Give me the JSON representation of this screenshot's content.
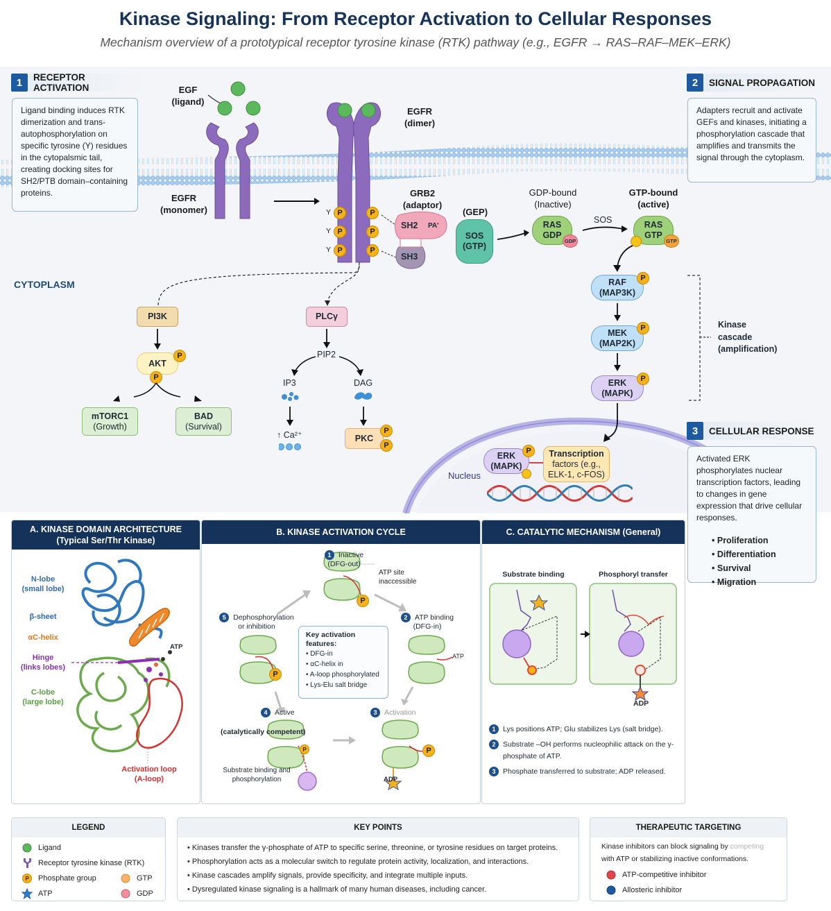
{
  "header": {
    "title": "Kinase Signaling: From Receptor Activation to Cellular Responses",
    "subtitle": "Mechanism overview of a prototypical receptor tyrosine kinase (RTK) pathway (e.g., EGFR → RAS–RAF–MEK–ERK)"
  },
  "sections": {
    "s1": {
      "num": "1",
      "label": "RECEPTOR ACTIVATION",
      "text": "Ligand binding induces RTK dimerization and trans-autophosphorylation on specific tyrosine (Y) residues in the cytopalsmic tail, creating docking sites for SH2/PTB domain–containing proteins."
    },
    "s2": {
      "num": "2",
      "label": "SIGNAL PROPAGATION",
      "text": "Adapters recruit and activate GEFs and kinases, initiating a phosphorylation cascade that amplifies and transmits the signal through the cytoplasm."
    },
    "s3": {
      "num": "3",
      "label": "CELLULAR RESPONSE",
      "text": "Activated ERK phosphorylates nuclear transcription factors, leading to changes in gene expression that drive cellular responses.",
      "outcomes": [
        "Proliferation",
        "Differentiation",
        "Survival",
        "Migration"
      ]
    }
  },
  "pathway": {
    "egf": {
      "name": "EGF",
      "sub": "(ligand)"
    },
    "egfr_mono": {
      "name": "EGFR",
      "sub": "(monomer)"
    },
    "egfr_dimer": {
      "name": "EGFR",
      "sub": "(dimer)"
    },
    "grb2": {
      "name": "GRB2",
      "sub": "(adaptor)",
      "sh2": "SH2",
      "sh3": "SH3",
      "pa": "PA'"
    },
    "sos": {
      "tag": "(GEP)",
      "name": "SOS",
      "sub": "(GTP)"
    },
    "ras_gdp": {
      "title": "GDP-bound",
      "state": "(Inactive)",
      "name": "RAS",
      "nuc": "GDP",
      "badge": "GDP"
    },
    "ras_gtp": {
      "title": "GTP-bound",
      "state": "(active)",
      "name": "RAS",
      "nuc": "GTP",
      "badge": "GTP"
    },
    "sos_arrow": "SOS",
    "tyr": "Y",
    "phospho": "P",
    "cytoplasm": "CYTOPLASM",
    "pi3k": "PI3K",
    "akt": "AKT",
    "mtorc1": {
      "name": "mTORC1",
      "sub": "(Growth)"
    },
    "bad": {
      "name": "BAD",
      "sub": "(Survival)"
    },
    "plcg": "PLCγ",
    "pip2": "PIP2",
    "ip3": "IP3",
    "dag": "DAG",
    "ca": "↑ Ca²⁺",
    "pkc": "PKC",
    "raf": {
      "name": "RAF",
      "sub": "(MAP3K)"
    },
    "mek": {
      "name": "MEK",
      "sub": "(MAP2K)"
    },
    "erk": {
      "name": "ERK",
      "sub": "(MAPK)"
    },
    "cascade": [
      "Kinase",
      "cascade",
      "(amplification)"
    ],
    "nucleus": "Nucleus",
    "erk_nuc": {
      "name": "ERK",
      "sub": "(MAPK)"
    },
    "tf": [
      "Transcription",
      "factors (e.g.,",
      "ELK-1, c-FOS)"
    ]
  },
  "panelA": {
    "title": "A. KINASE DOMAIN ARCHITECTURE",
    "subtitle": "(Typical Ser/Thr Kinase)",
    "labels": {
      "nlobe": "N-lobe",
      "nlobe_sub": "(small lobe)",
      "bsheet": "β-sheet",
      "achelix": "αC-helix",
      "hinge": "Hinge",
      "hinge_sub": "(links lobes)",
      "clobe": "C-lobe",
      "clobe_sub": "(large lobe)",
      "atp": "ATP",
      "aloop": "Activation loop",
      "aloop_sub": "(A-loop)"
    }
  },
  "panelB": {
    "title": "B. KINASE ACTIVATION CYCLE",
    "steps": [
      {
        "num": "1",
        "label": "Inactive",
        "sub": "(DFG-out)",
        "note": "ATP site inaccessible"
      },
      {
        "num": "2",
        "label": "ATP binding",
        "sub": "(DFG-in)",
        "note": "ATP"
      },
      {
        "num": "3",
        "label": "Activation",
        "sub": "",
        "note": "ADP"
      },
      {
        "num": "4",
        "label": "Active",
        "sub": "(catalytically competent)",
        "note": "Substrate binding and phosphorylation"
      },
      {
        "num": "5",
        "label": "Dephosphorylation",
        "sub": "or inhibition",
        "note": ""
      }
    ],
    "key_title": "Key activation features:",
    "key_items": [
      "DFG-in",
      "αC-helix in",
      "A-loop phosphorylated",
      "Lys-Elu salt bridge"
    ]
  },
  "panelC": {
    "title": "C. CATALYTIC MECHANISM (General)",
    "left_label": "Substrate binding",
    "right_label": "Phosphoryl transfer",
    "adp": "ADP",
    "steps": [
      {
        "num": "1",
        "text": "Lys positions ATP; Glu stabilizes Lys (salt bridge)."
      },
      {
        "num": "2",
        "text": "Substrate –OH performs nucleophilic attack on the γ-phosphate of ATP."
      },
      {
        "num": "3",
        "text": "Phosphate transferred to substrate; ADP released."
      }
    ]
  },
  "legend": {
    "title": "LEGEND",
    "items": [
      {
        "icon": "ligand-icon",
        "label": "Ligand",
        "color": "#4caf50"
      },
      {
        "icon": "rtk-icon",
        "label": "Receptor tyrosine kinase (RTK)",
        "color": "#7b5ea7"
      },
      {
        "icon": "phosphate-icon",
        "label": "Phosphate group",
        "color": "#f5b21a"
      },
      {
        "icon": "atp-star-icon",
        "label": "ATP",
        "color": "#2f7fd1"
      },
      {
        "icon": "gtp-icon",
        "label": "GTP",
        "color": "#f7b36b"
      },
      {
        "icon": "gdp-icon",
        "label": "GDP",
        "color": "#ef8fa0"
      }
    ]
  },
  "key_points": {
    "title": "KEY POINTS",
    "items": [
      "Kinases transfer the γ-phosphate of ATP to specific serine, threonine, or tyrosine residues on target proteins.",
      "Phosphorylation acts as a molecular switch to regulate protein activity, localization, and interactions.",
      "Kinase cascades amplify signals, provide specificity, and integrate multiple inputs.",
      "Dysregulated kinase signaling is a hallmark of many human diseases, including cancer."
    ]
  },
  "therapeutic": {
    "title": "THERAPEUTIC TARGETING",
    "text_a": "Kinase inhibitors can block signaling by ",
    "text_faded": "competing",
    "text_b": " with ATP or stabilizing inactive conformations.",
    "items": [
      {
        "label": "ATP-competitive inhibitor",
        "color": "#e0474c"
      },
      {
        "label": "Allosteric inhibitor",
        "color": "#1d5aa0"
      }
    ]
  },
  "colors": {
    "navy": "#15325a",
    "accent_blue": "#1d5aa0",
    "receptor": "#8c6bbd",
    "ligand": "#4caf50",
    "phosphate": "#f5b21a"
  }
}
